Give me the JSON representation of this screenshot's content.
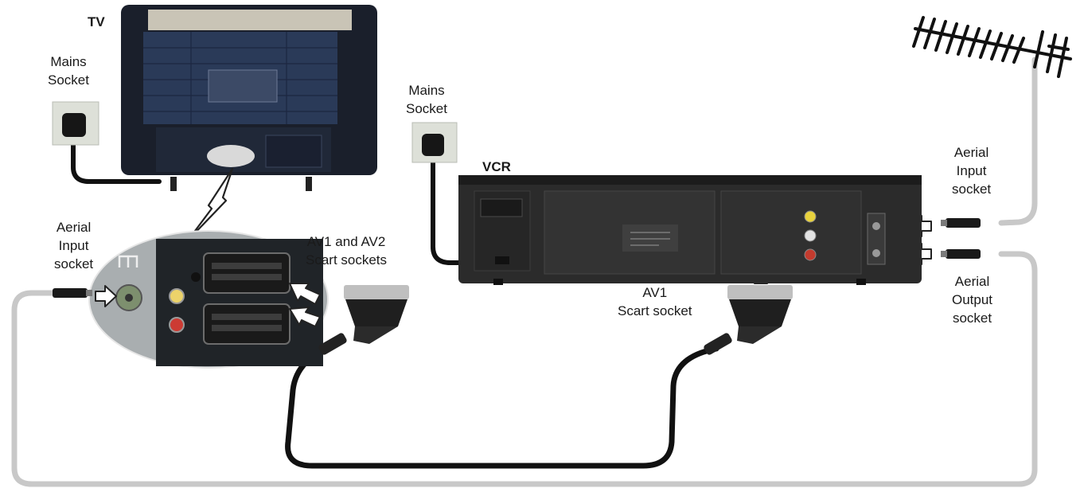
{
  "devices": {
    "tv": "TV",
    "vcr": "VCR"
  },
  "labels": {
    "tv_mains": [
      "Mains",
      "Socket"
    ],
    "vcr_mains": [
      "Mains",
      "Socket"
    ],
    "tv_aerial_input": [
      "Aerial",
      "Input",
      "socket"
    ],
    "tv_scart": [
      "AV1 and AV2",
      "Scart sockets"
    ],
    "vcr_scart": [
      "AV1",
      "Scart socket"
    ],
    "vcr_aerial_input": [
      "Aerial",
      "Input",
      "socket"
    ],
    "vcr_aerial_output": [
      "Aerial",
      "Output",
      "socket"
    ]
  },
  "colors": {
    "aerial_cable": "#c8c8c8",
    "scart_cable": "#111111",
    "mains_cable": "#111111",
    "tv_back": "#263652",
    "vcr_body": "#2b2b2b"
  },
  "icons": [
    "tv-rear-illustration",
    "vcr-rear-illustration",
    "aerial-antenna-icon",
    "mains-plug-icon",
    "scart-plug-icon",
    "coax-plug-icon",
    "white-arrow-icon"
  ]
}
